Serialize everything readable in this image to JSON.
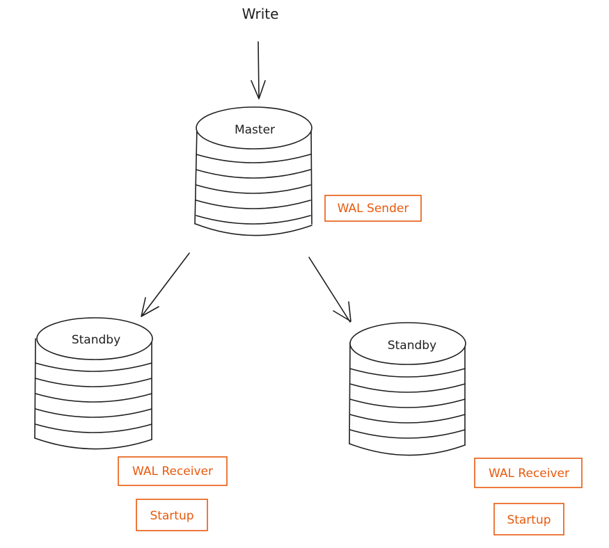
{
  "write_label": "Write",
  "nodes": {
    "master": {
      "label": "Master"
    },
    "standby_left": {
      "label": "Standby"
    },
    "standby_right": {
      "label": "Standby"
    }
  },
  "processes": {
    "wal_sender": "WAL Sender",
    "left_wal_receiver": "WAL Receiver",
    "left_startup": "Startup",
    "right_wal_receiver": "WAL Receiver",
    "right_startup": "Startup"
  },
  "colors": {
    "ink": "#1e1e1e",
    "process_accent": "#e8590c",
    "background": "#ffffff"
  }
}
